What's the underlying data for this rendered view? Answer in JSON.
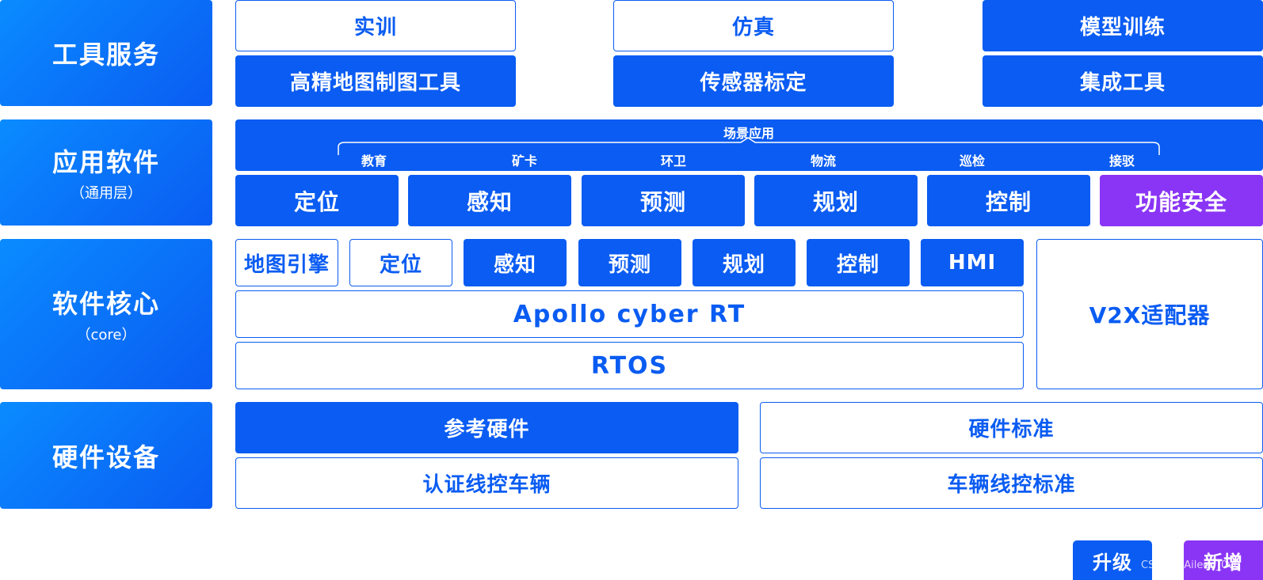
{
  "colors": {
    "primary": "#0a5cf2",
    "purple": "#8a35f5",
    "outline_bg": "#ffffff"
  },
  "layers": {
    "tools": {
      "label": "工具服务"
    },
    "app": {
      "label": "应用软件",
      "sub": "（通用层）"
    },
    "core": {
      "label": "软件核心",
      "sub": "（core）"
    },
    "hardware": {
      "label": "硬件设备"
    }
  },
  "tools": {
    "training": "实训",
    "simulation": "仿真",
    "model_training": "模型训练",
    "hd_map_tool": "高精地图制图工具",
    "sensor_calibration": "传感器标定",
    "integration_tool": "集成工具"
  },
  "app": {
    "scenario_title": "场景应用",
    "scenarios": [
      "教育",
      "矿卡",
      "环卫",
      "物流",
      "巡检",
      "接驳"
    ],
    "modules": [
      "定位",
      "感知",
      "预测",
      "规划",
      "控制"
    ],
    "safety": "功能安全"
  },
  "core": {
    "map_engine": "地图引擎",
    "localization": "定位",
    "perception": "感知",
    "prediction": "预测",
    "planning": "规划",
    "control": "控制",
    "hmi": "HMI",
    "cyber_rt": "Apollo cyber RT",
    "rtos": "RTOS",
    "v2x": "V2X适配器"
  },
  "hardware": {
    "reference": "参考硬件",
    "standard": "硬件标准",
    "certified_vehicle": "认证线控车辆",
    "vehicle_standard": "车辆线控标准"
  },
  "legend": {
    "upgrade": "升级",
    "new": "新增"
  },
  "watermark": "CSDN @Aileen_0v0"
}
